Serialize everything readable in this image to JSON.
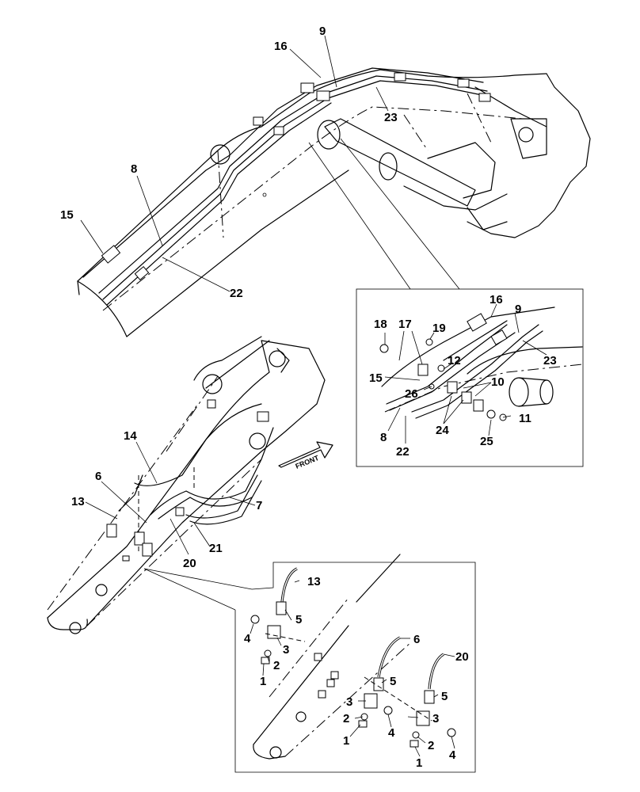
{
  "callouts": {
    "c9a": "9",
    "c16a": "16",
    "c23a": "23",
    "c8a": "8",
    "c15a": "15",
    "c22a": "22",
    "c16b": "16",
    "c9b": "9",
    "c18": "18",
    "c17": "17",
    "c19": "19",
    "c23b": "23",
    "c12": "12",
    "c15b": "15",
    "c26": "26",
    "c10": "10",
    "c11": "11",
    "c24": "24",
    "c25": "25",
    "c8b": "8",
    "c22b": "22",
    "c14": "14",
    "c6a": "6",
    "c7": "7",
    "c13a": "13",
    "c21": "21",
    "c20a": "20",
    "c13b": "13",
    "c5a": "5",
    "c4a": "4",
    "c3a": "3",
    "c2a": "2",
    "c1a": "1",
    "c6b": "6",
    "c20b": "20",
    "c5b": "5",
    "c5c": "5",
    "c3b": "3",
    "c3c": "3",
    "c2b": "2",
    "c4b": "4",
    "c1b": "1",
    "c2c": "2",
    "c4c": "4",
    "c1c": "1"
  },
  "front_label": "FRONT"
}
